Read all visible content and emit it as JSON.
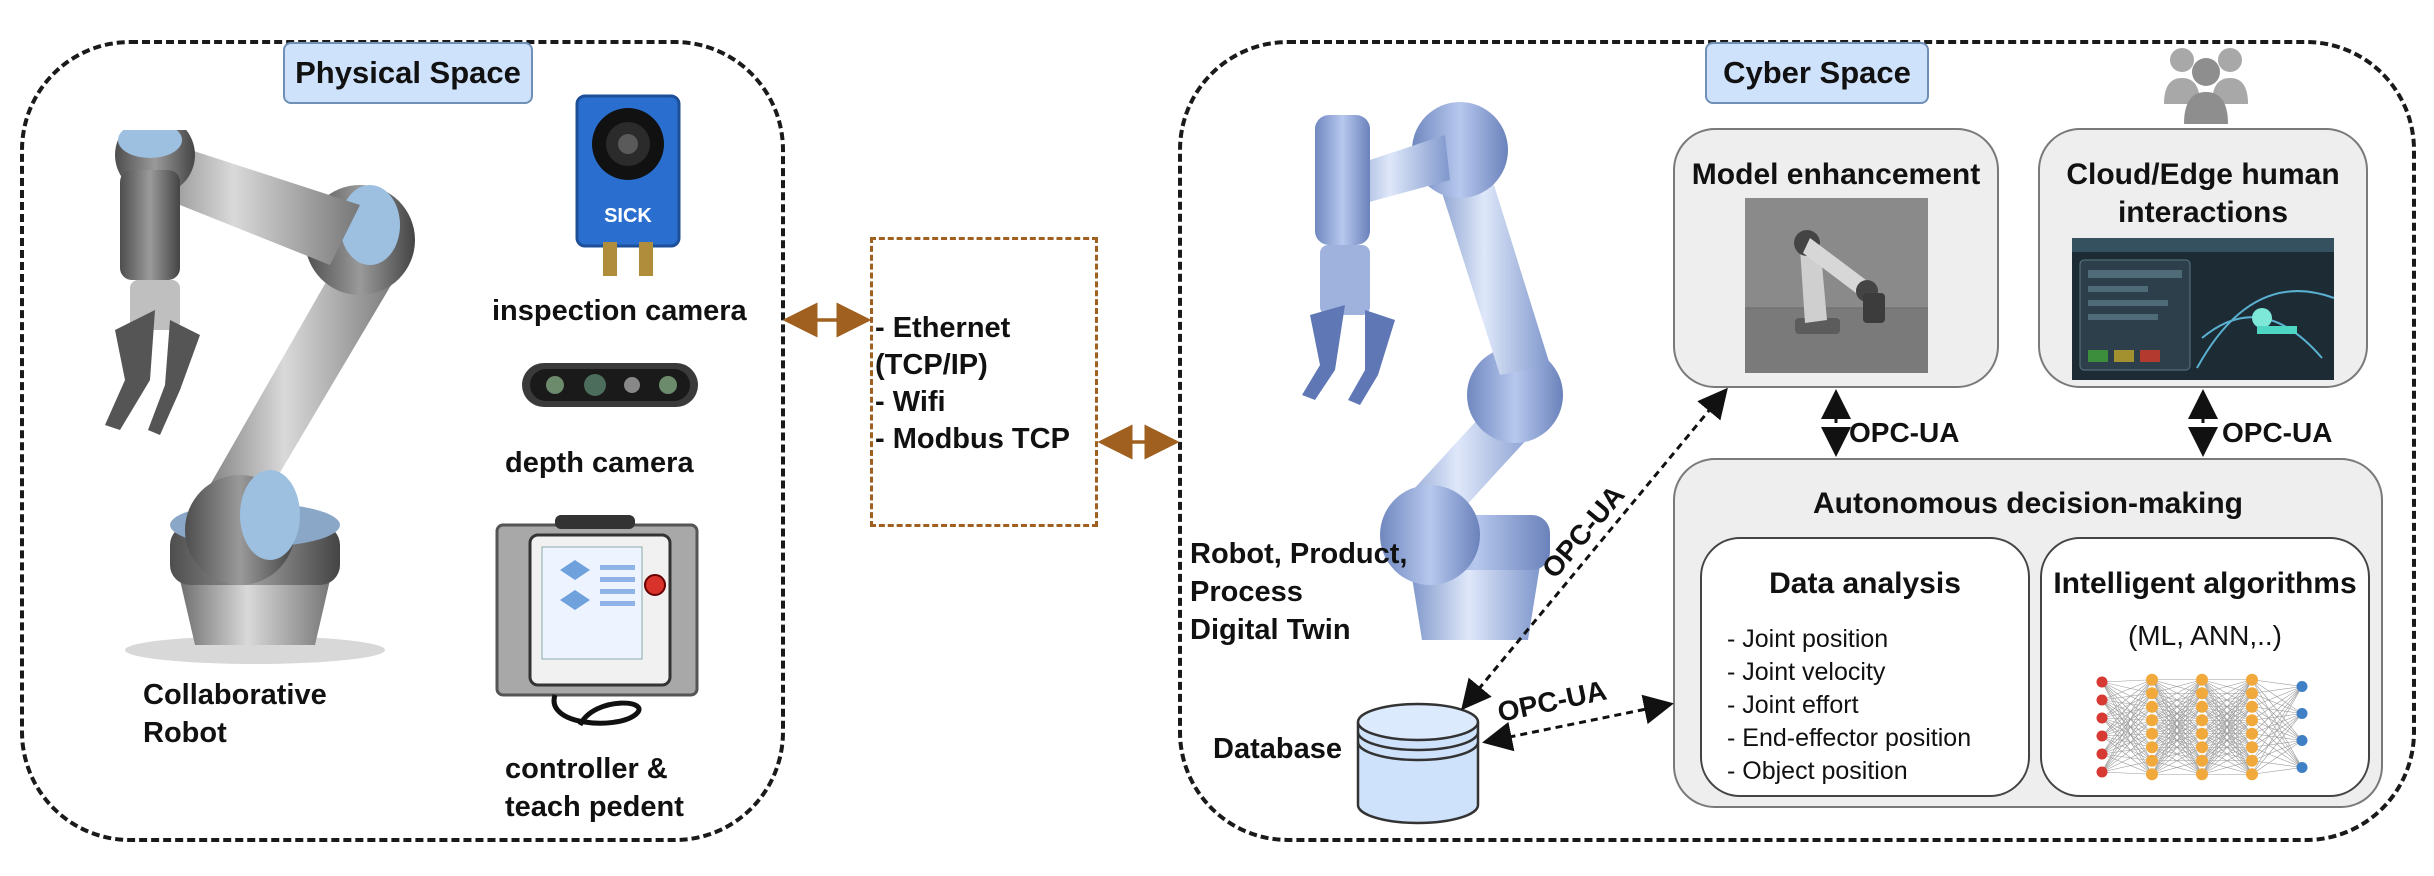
{
  "physical": {
    "tag": "Physical Space",
    "robot_label": [
      "Collaborative",
      "Robot"
    ],
    "inspection_label": "inspection camera",
    "depth_label": "depth camera",
    "controller_label": [
      "controller &",
      "teach pedent"
    ],
    "sick_logo": "SICK"
  },
  "comm": {
    "lines": [
      "- Ethernet",
      "(TCP/IP)",
      "- Wifi",
      "- Modbus TCP"
    ]
  },
  "cyber": {
    "tag": "Cyber Space",
    "twin_label": [
      "Robot, Product,",
      "Process",
      "Digital Twin"
    ],
    "database_label": "Database",
    "model_title": "Model enhancement",
    "cloud_title": [
      "Cloud/Edge human",
      "interactions"
    ],
    "decision_title": "Autonomous decision-making",
    "data_title": "Data analysis",
    "data_items": [
      "- Joint position",
      "- Joint velocity",
      "- Joint effort",
      "- End-effector position",
      "- Object position"
    ],
    "algo_title": "Intelligent algorithms",
    "algo_sub": "(ML, ANN,..)",
    "opc_labels": [
      "OPC-UA",
      "OPC-UA",
      "OPC-UA",
      "OPC-UA"
    ]
  },
  "colors": {
    "tag_fill": "#cfe2fb",
    "brown_arrow": "#a0601f",
    "robot_blue": "#9fb6e8",
    "cylinder": "#cfe2fb",
    "nn_red": "#d63a33",
    "nn_orange": "#f2a93b",
    "nn_blue": "#3f7fc6"
  }
}
